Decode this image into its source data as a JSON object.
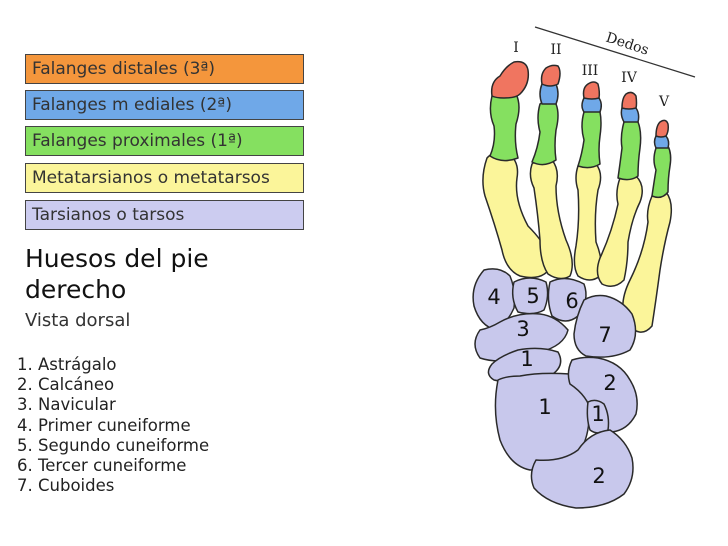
{
  "legend": [
    {
      "label": "Falanges distales (3ª)",
      "color": "#f4963c"
    },
    {
      "label": "Falanges m ediales (2ª)",
      "color": "#6fa8e8"
    },
    {
      "label": "Falanges proximales (1ª)",
      "color": "#85e060"
    },
    {
      "label": "Metatarsianos o metatarsos",
      "color": "#fbf59a"
    },
    {
      "label": "Tarsianos o tarsos",
      "color": "#ccccf0"
    }
  ],
  "title_line1": "Huesos del pie",
  "title_line2": "derecho",
  "subtitle": "Vista dorsal",
  "bones_list": [
    "1. Astrágalo",
    "2. Calcáneo",
    "3. Navicular",
    "4. Primer cuneiforme",
    "5. Segundo cuneiforme",
    "6. Tercer cuneiforme",
    "7. Cuboides"
  ],
  "toes_label": "Dedos",
  "toe_numerals": [
    "I",
    "II",
    "III",
    "IV",
    "V"
  ],
  "bone_numbers": {
    "first_cuneiform": "4",
    "second_cuneiform": "5",
    "third_cuneiform": "6",
    "navicular": "3",
    "cuboid": "7",
    "talus_neck": "1",
    "talus_body": "1",
    "talus_small": "1",
    "calcaneus_top": "2",
    "calcaneus_bottom": "2"
  },
  "colors": {
    "distal": "#f07560",
    "medial": "#6fa8e8",
    "proximal": "#85e060",
    "metatarsal": "#fbf59a",
    "tarsal": "#c8c8ec",
    "outline": "#2a2a2a"
  }
}
